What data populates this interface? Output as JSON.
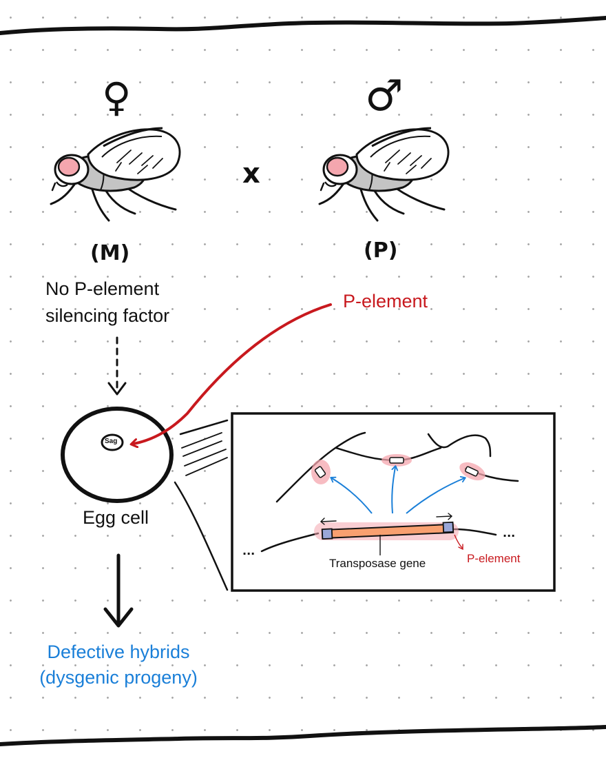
{
  "cross": {
    "female_symbol": "♀",
    "male_symbol": "♂",
    "cross_symbol": "x",
    "female_strain": "(M)",
    "male_strain": "(P)"
  },
  "female_note": {
    "line1": "No P-element",
    "line2": "silencing factor"
  },
  "p_element_label": "P-element",
  "egg": {
    "nucleus_text": "Sag",
    "label": "Egg cell"
  },
  "result": {
    "line1": "Defective hybrids",
    "line2": "(dysgenic progeny)"
  },
  "inset": {
    "gene_label": "Transposase gene",
    "p_element_label": "P-element",
    "trailing_dots_left": "...",
    "trailing_dots_right": "..."
  },
  "colors": {
    "ink": "#111111",
    "red": "#c8191e",
    "blue": "#1a7fd8",
    "pink": "#f4a6ae",
    "orange": "#f8a070",
    "grey_body": "#c4c4c4"
  }
}
